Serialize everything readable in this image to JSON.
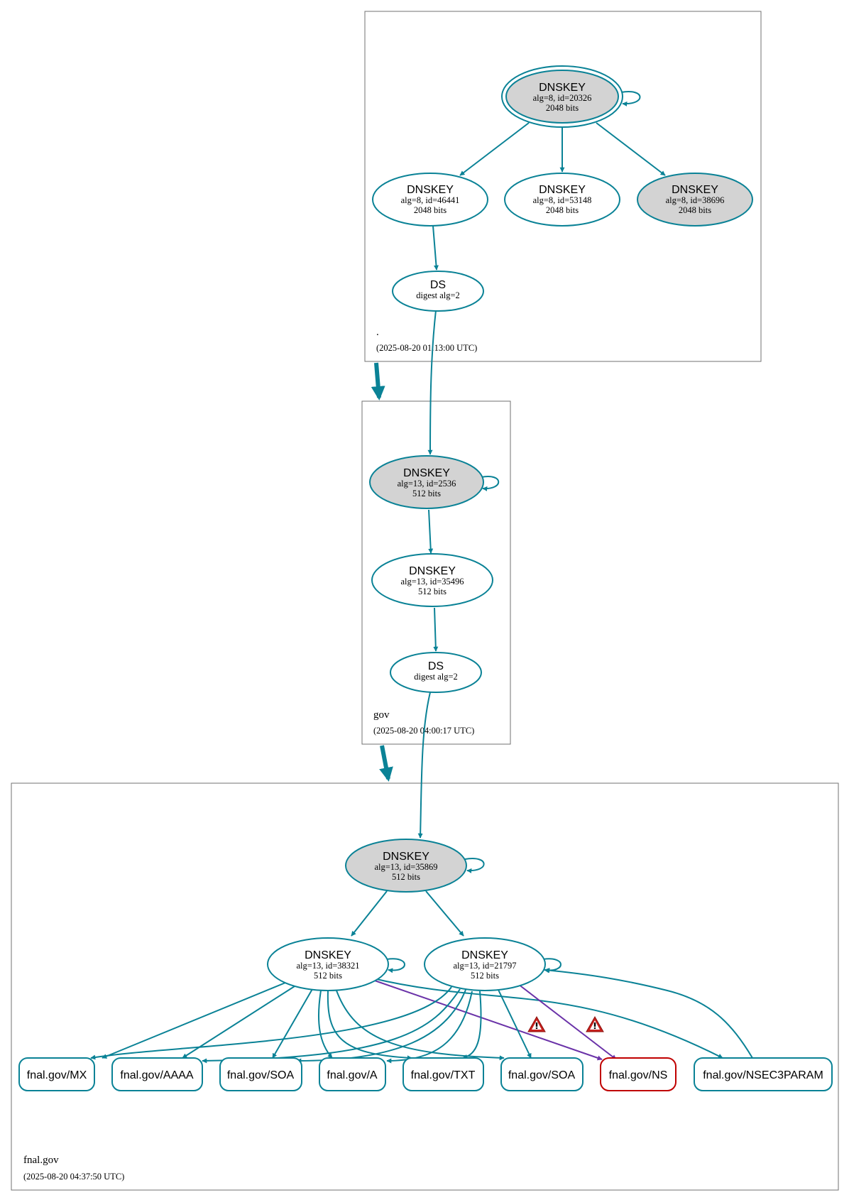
{
  "colors": {
    "edge": "#0a8296",
    "edge_warning": "#6a32a8",
    "node_fill_ksk": "#d3d3d3",
    "node_fill": "#ffffff",
    "error_border": "#c00000",
    "zone_border": "#707070"
  },
  "zones": {
    "root": {
      "name": ".",
      "timestamp": "(2025-08-20 01:13:00 UTC)"
    },
    "gov": {
      "name": "gov",
      "timestamp": "(2025-08-20 04:00:17 UTC)"
    },
    "fnal": {
      "name": "fnal.gov",
      "timestamp": "(2025-08-20 04:37:50 UTC)"
    }
  },
  "nodes": {
    "root_ksk": {
      "title": "DNSKEY",
      "line1": "alg=8, id=20326",
      "line2": "2048 bits"
    },
    "root_zsk1": {
      "title": "DNSKEY",
      "line1": "alg=8, id=46441",
      "line2": "2048 bits"
    },
    "root_zsk2": {
      "title": "DNSKEY",
      "line1": "alg=8, id=53148",
      "line2": "2048 bits"
    },
    "root_ksk2": {
      "title": "DNSKEY",
      "line1": "alg=8, id=38696",
      "line2": "2048 bits"
    },
    "root_ds": {
      "title": "DS",
      "line1": "digest alg=2"
    },
    "gov_ksk": {
      "title": "DNSKEY",
      "line1": "alg=13, id=2536",
      "line2": "512 bits"
    },
    "gov_zsk": {
      "title": "DNSKEY",
      "line1": "alg=13, id=35496",
      "line2": "512 bits"
    },
    "gov_ds": {
      "title": "DS",
      "line1": "digest alg=2"
    },
    "fnal_ksk": {
      "title": "DNSKEY",
      "line1": "alg=13, id=35869",
      "line2": "512 bits"
    },
    "fnal_zsk1": {
      "title": "DNSKEY",
      "line1": "alg=13, id=38321",
      "line2": "512 bits"
    },
    "fnal_zsk2": {
      "title": "DNSKEY",
      "line1": "alg=13, id=21797",
      "line2": "512 bits"
    }
  },
  "records": [
    "fnal.gov/MX",
    "fnal.gov/AAAA",
    "fnal.gov/SOA",
    "fnal.gov/A",
    "fnal.gov/TXT",
    "fnal.gov/SOA",
    "fnal.gov/NS",
    "fnal.gov/NSEC3PARAM"
  ],
  "icons": {
    "warning": "warning-triangle-icon"
  }
}
